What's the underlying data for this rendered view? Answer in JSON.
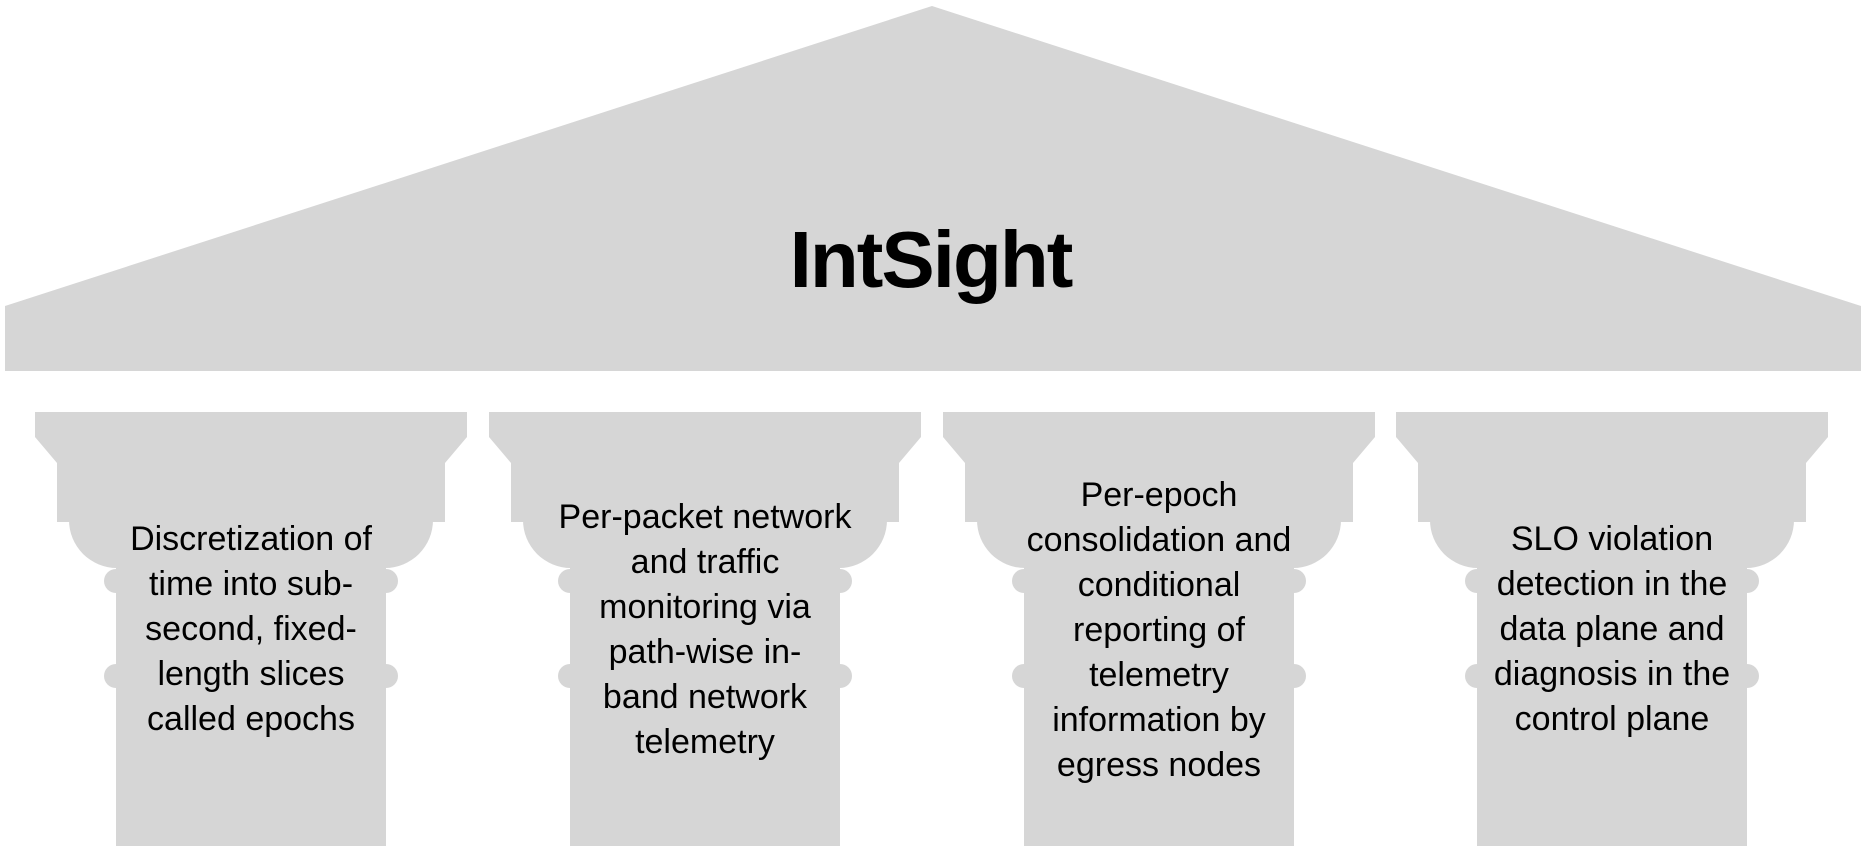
{
  "diagram": {
    "title": "IntSight",
    "fill_color": "#d6d6d6",
    "text_color": "#000000",
    "pillars": [
      {
        "text": "Discretization of\ntime into sub-\nsecond, fixed-\nlength slices\ncalled epochs"
      },
      {
        "text": "Per-packet network\nand traffic\nmonitoring via\npath-wise in-\nband network\ntelemetry"
      },
      {
        "text": "Per-epoch\nconsolidation and\nconditional\nreporting of\ntelemetry\ninformation by\negress nodes"
      },
      {
        "text": "SLO violation\ndetection in the\ndata plane and\ndiagnosis in the\ncontrol plane"
      }
    ]
  }
}
